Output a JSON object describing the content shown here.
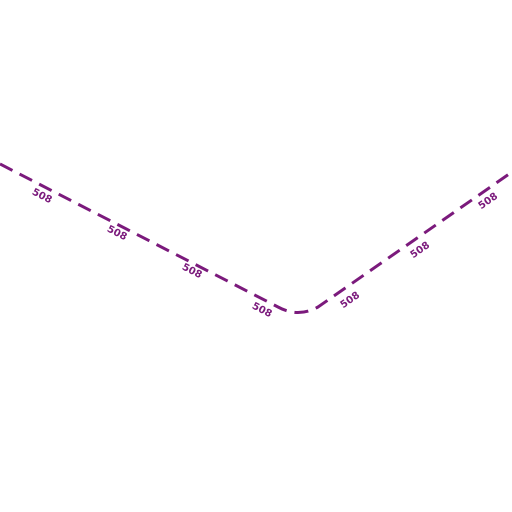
{
  "map": {
    "background_color": "#ffffff",
    "route": {
      "number": "508",
      "color": "#7b1a7c",
      "style": "dashed",
      "labels": [
        "508",
        "508",
        "508",
        "508",
        "508",
        "508",
        "508"
      ]
    }
  }
}
